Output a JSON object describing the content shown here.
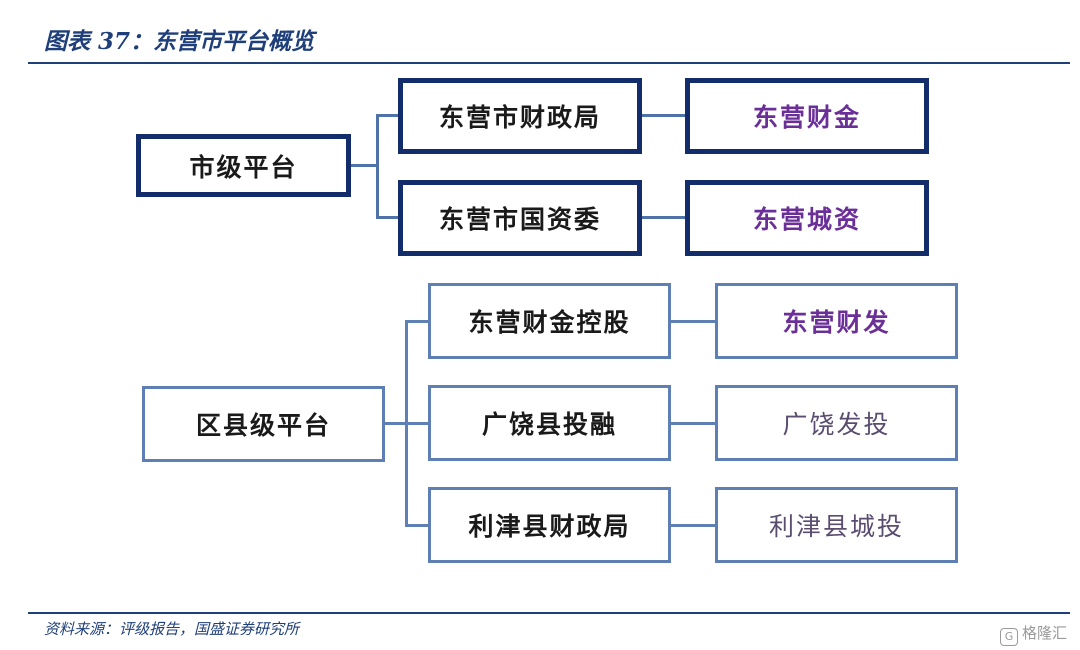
{
  "header": {
    "title": "图表 37：东营市平台概览"
  },
  "footer": {
    "source": "资料来源：评级报告，国盛证券研究所",
    "watermark": "格隆汇",
    "watermark_icon": "G"
  },
  "city_level": {
    "label": "市级平台",
    "branches": [
      {
        "parent": "东营市财政局",
        "child": "东营财金"
      },
      {
        "parent": "东营市国资委",
        "child": "东营城资"
      }
    ]
  },
  "county_level": {
    "label": "区县级平台",
    "branches": [
      {
        "parent": "东营财金控股",
        "child": "东营财发"
      },
      {
        "parent": "广饶县投融",
        "child": "广饶发投"
      },
      {
        "parent": "利津县财政局",
        "child": "利津县城投"
      }
    ]
  }
}
